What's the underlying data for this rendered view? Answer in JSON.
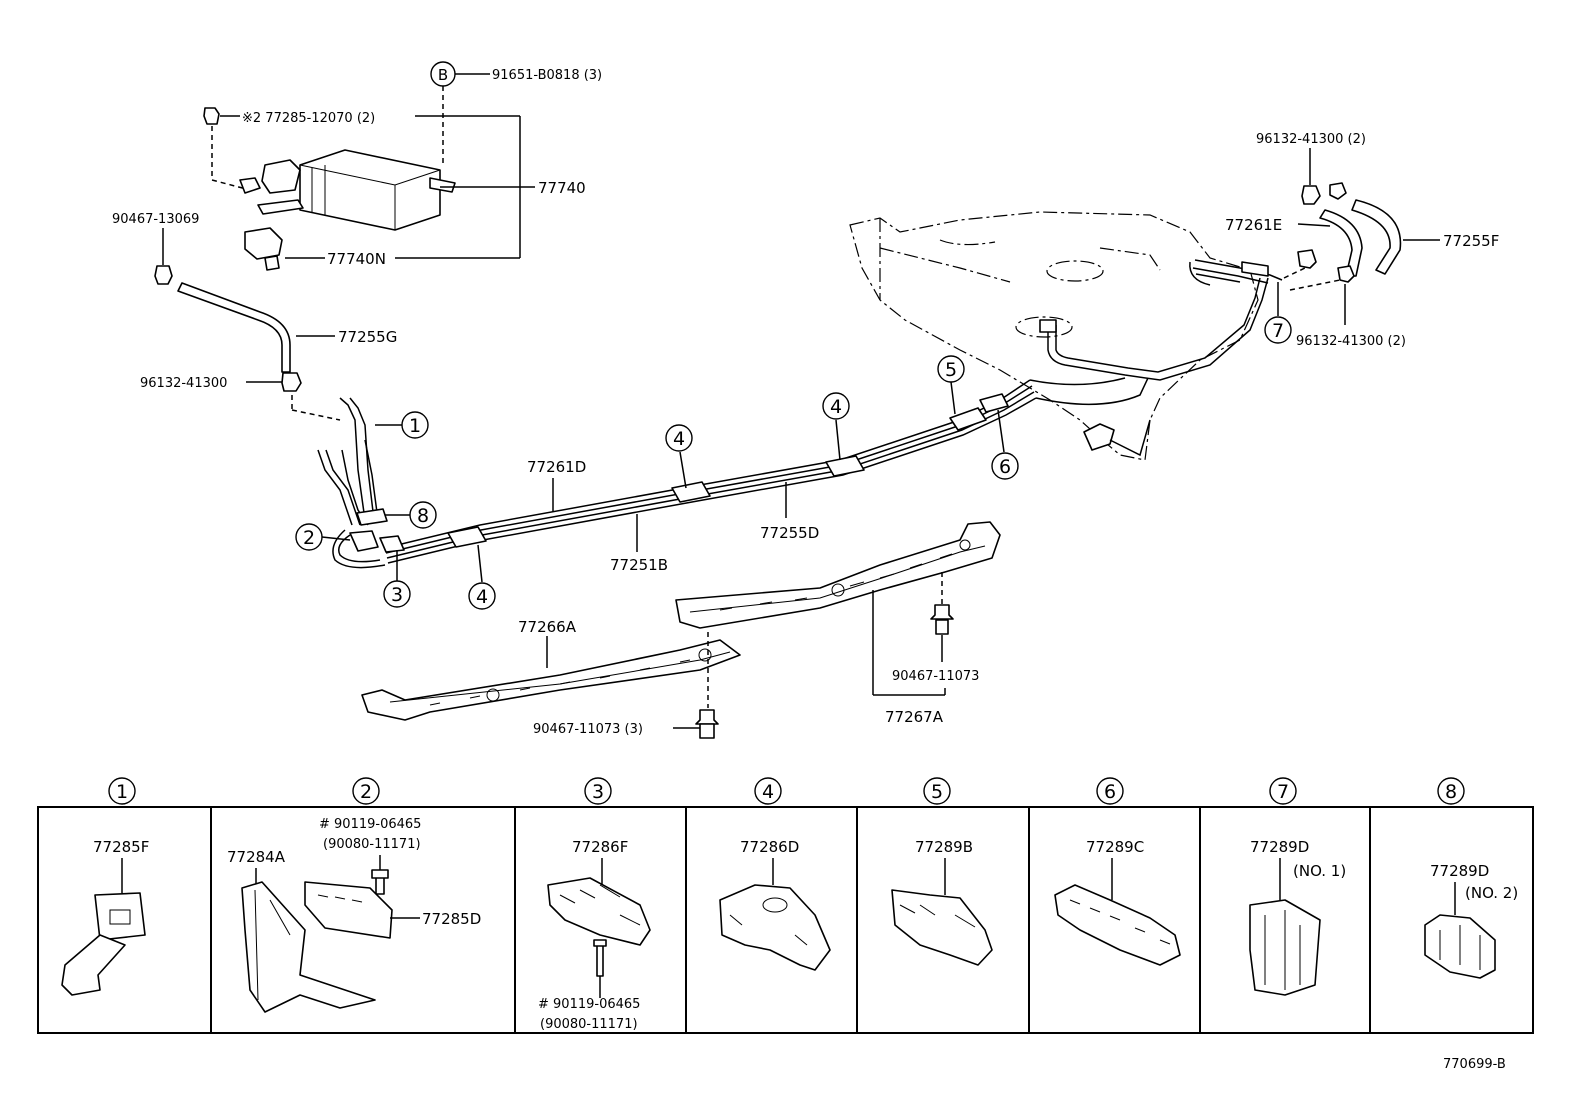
{
  "callouts": {
    "bolt_b": "91651-B0818 (3)",
    "clip_2": "※2 77285-12070 (2)",
    "canister": "77740",
    "vsv": "77740N",
    "clip_upper_left": "90467-13069",
    "hose_g": "77255G",
    "clamp_left": "96132-41300",
    "tube_d": "77261D",
    "tube_b": "77251B",
    "tube_255d": "77255D",
    "protector_a": "77266A",
    "protector_267a": "77267A",
    "clip_11073_right": "90467-11073",
    "clip_11073_left": "90467-11073 (3)",
    "clamp_top_right": "96132-41300 (2)",
    "tube_261e": "77261E",
    "hose_255f": "77255F",
    "clamp_right": "96132-41300 (2)",
    "drawing_id": "770699-B",
    "letter_b": "B"
  },
  "markers": {
    "m1": "1",
    "m2": "2",
    "m3": "3",
    "m4": "4",
    "m5": "5",
    "m6": "6",
    "m7": "7",
    "m8": "8"
  },
  "detail_table": {
    "headers": [
      "1",
      "2",
      "3",
      "4",
      "5",
      "6",
      "7",
      "8"
    ],
    "cells": [
      {
        "parts": [
          "77285F"
        ]
      },
      {
        "parts": [
          "77284A",
          "# 90119-06465",
          "(90080-11171)",
          "77285D"
        ]
      },
      {
        "parts": [
          "77286F",
          "# 90119-06465",
          "(90080-11171)"
        ]
      },
      {
        "parts": [
          "77286D"
        ]
      },
      {
        "parts": [
          "77289B"
        ]
      },
      {
        "parts": [
          "77289C"
        ]
      },
      {
        "parts": [
          "77289D",
          "(NO. 1)"
        ]
      },
      {
        "parts": [
          "77289D",
          "(NO. 2)"
        ]
      }
    ]
  }
}
